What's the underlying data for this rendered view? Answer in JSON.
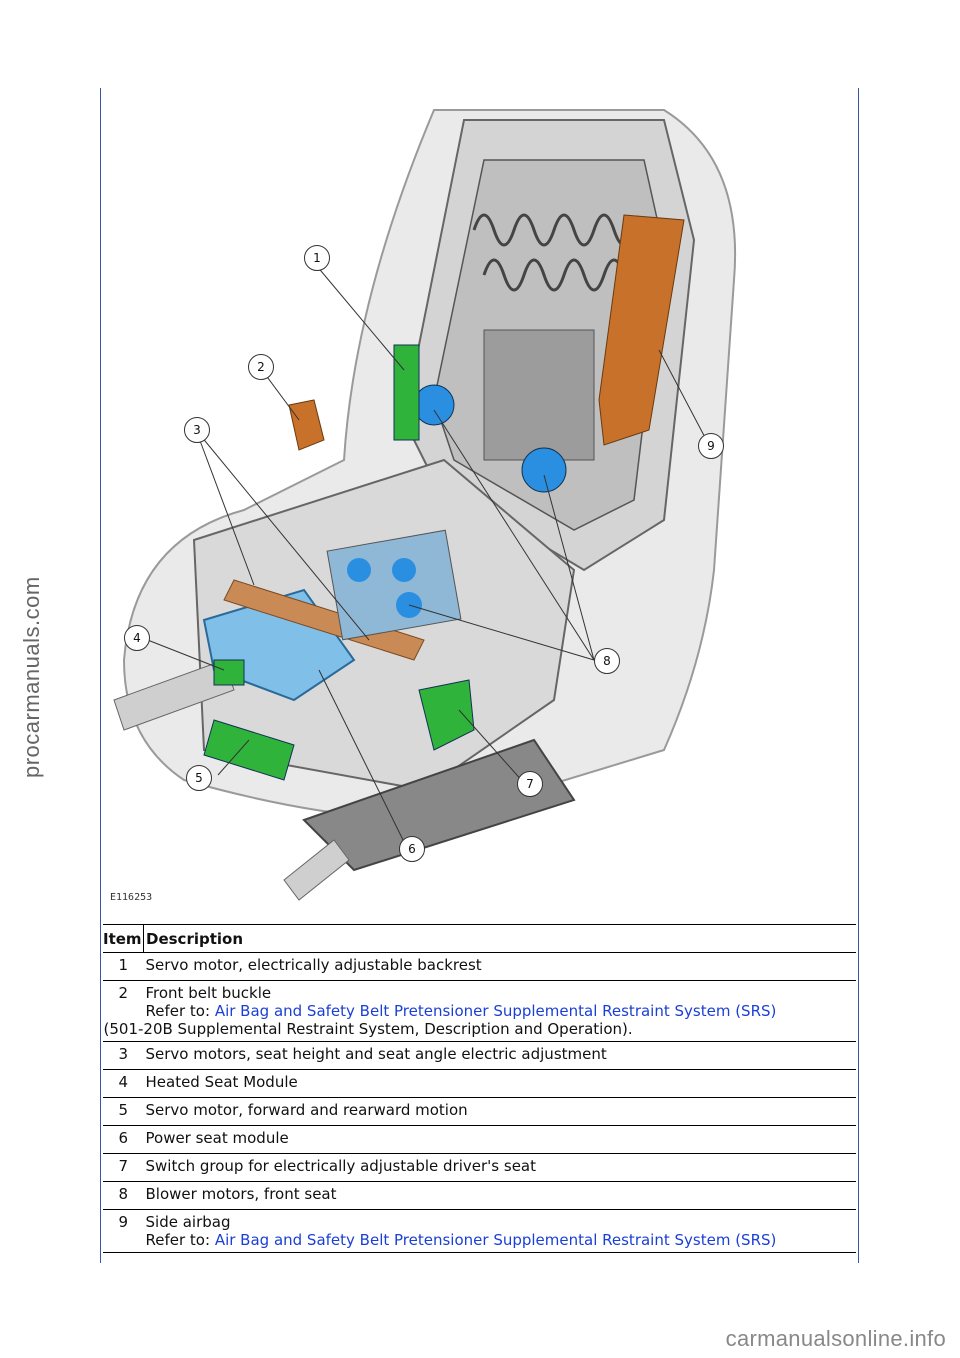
{
  "watermark_left": "procarmanuals.com",
  "watermark_bottom": "carmanualsonline.info",
  "figure": {
    "id": "E116253",
    "callouts": [
      "1",
      "2",
      "3",
      "4",
      "5",
      "6",
      "7",
      "8",
      "9"
    ]
  },
  "table": {
    "header_item": "Item",
    "header_desc": "Description",
    "refer_prefix": "Refer to: ",
    "rows": [
      {
        "num": "1",
        "text": "Servo motor, electrically adjustable backrest"
      },
      {
        "num": "2",
        "text": "Front belt buckle",
        "link": "Air Bag and Safety Belt Pretensioner Supplemental Restraint System (SRS)",
        "tail": "(501-20B Supplemental Restraint System, Description and Operation)."
      },
      {
        "num": "3",
        "text": "Servo motors, seat height and seat angle electric adjustment"
      },
      {
        "num": "4",
        "text": "Heated Seat Module"
      },
      {
        "num": "5",
        "text": "Servo motor, forward and rearward motion"
      },
      {
        "num": "6",
        "text": "Power seat module"
      },
      {
        "num": "7",
        "text": "Switch group for electrically adjustable driver's seat"
      },
      {
        "num": "8",
        "text": "Blower motors, front seat"
      },
      {
        "num": "9",
        "text": "Side airbag",
        "link": "Air Bag and Safety Belt Pretensioner Supplemental Restraint System (SRS)"
      }
    ]
  },
  "colors": {
    "frame": "#3a55a8",
    "link": "#1a3fd6",
    "green": "#2fb33a",
    "blue": "#2a8fe0",
    "orange": "#c8712a"
  }
}
